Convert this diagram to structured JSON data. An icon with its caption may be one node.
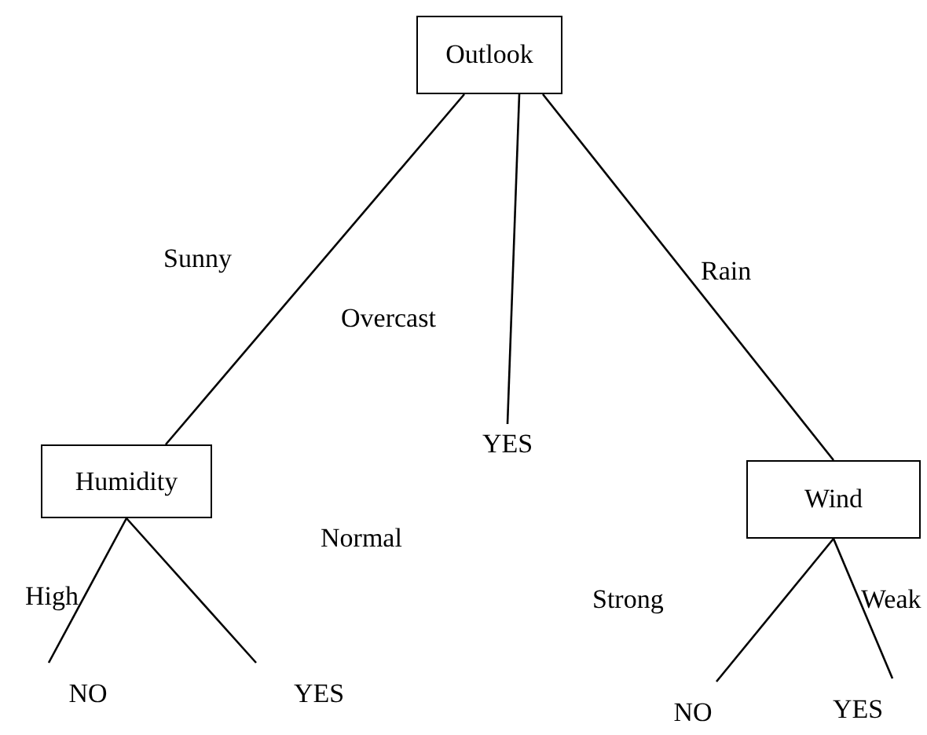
{
  "diagram": {
    "nodes": [
      {
        "text": [
          "Outlook"
        ]
      },
      {
        "text": [
          "Humidity"
        ]
      },
      {
        "text": [
          "YES"
        ]
      },
      {
        "text": [
          "Wind"
        ]
      },
      {
        "text": [
          "NO"
        ]
      },
      {
        "text": [
          "YES"
        ]
      },
      {
        "text": [
          "NO"
        ]
      },
      {
        "text": [
          "YES"
        ]
      }
    ],
    "edges": [
      {
        "from": 0,
        "to": 1,
        "arrow": "none",
        "label": "Sunny"
      },
      {
        "from": 0,
        "to": 2,
        "arrow": "none",
        "label": "Overcast"
      },
      {
        "from": 0,
        "to": 3,
        "arrow": "none",
        "label": "Rain"
      },
      {
        "from": 1,
        "to": 4,
        "arrow": "none",
        "label": "High"
      },
      {
        "from": 1,
        "to": 5,
        "arrow": "none",
        "label": "Normal"
      },
      {
        "from": 3,
        "to": 6,
        "arrow": "none",
        "label": "Strong"
      },
      {
        "from": 3,
        "to": 7,
        "arrow": "none",
        "label": "Weak"
      }
    ]
  }
}
